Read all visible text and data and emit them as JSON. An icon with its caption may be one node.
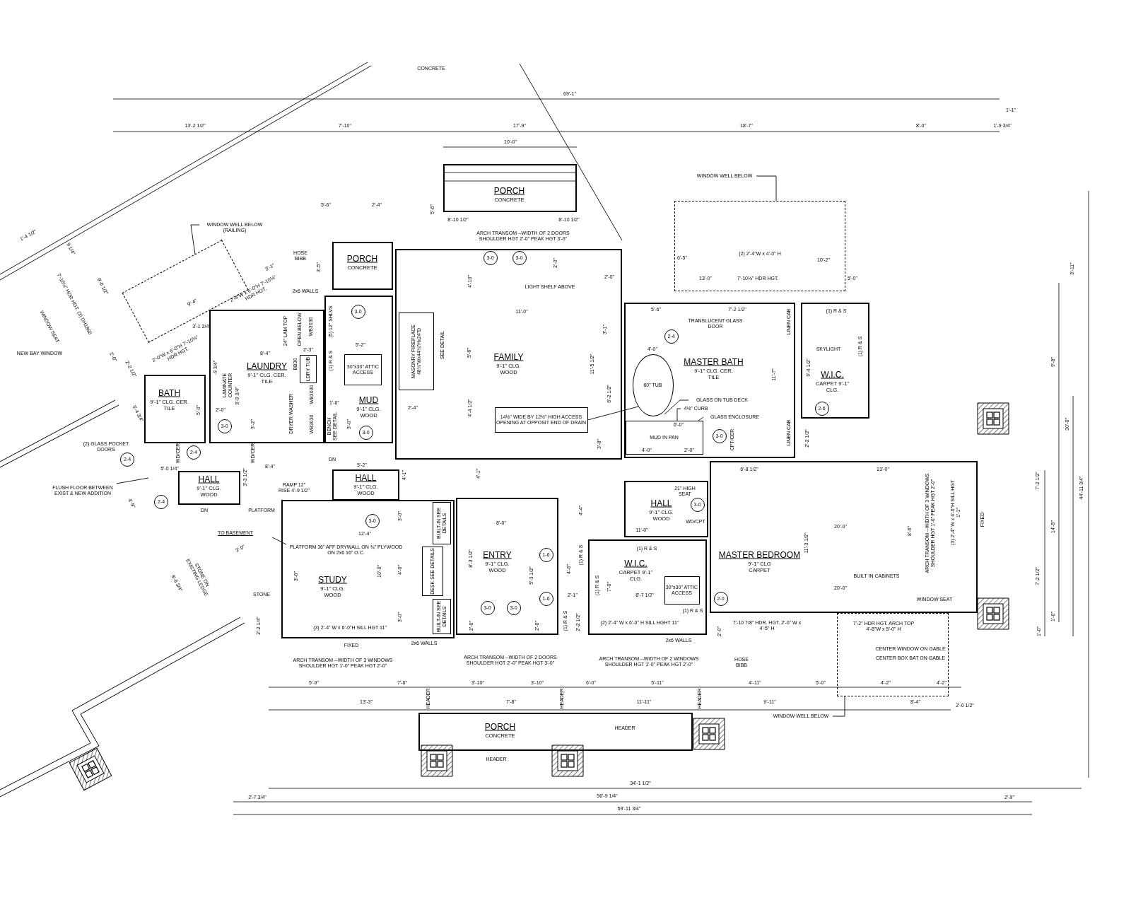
{
  "diagram": {
    "nodes": [
      {
        "text": [
          "PORCH",
          "CONCRETE"
        ]
      },
      {
        "text": [
          "WINDOW WELL BELOW"
        ]
      },
      {
        "text": [],
        "shape": "box"
      },
      {
        "text": [
          "WINDOW WELL BELOW (RAILING)"
        ]
      },
      {
        "text": [],
        "shape": "box"
      },
      {
        "text": [
          "PORCH",
          "CONCRETE"
        ]
      },
      {
        "text": [
          "FAMILY",
          "9'-1\" CLG. WOOD"
        ]
      },
      {
        "text": [
          "3-0"
        ],
        "in": 6
      },
      {
        "text": [
          "3-0"
        ],
        "in": 6
      },
      {
        "text": [
          "MASONRY FIREPLACE 48¾\"Wx44¾\"Hx24\"D"
        ],
        "in": 6
      },
      {
        "text": [
          "14½\" WIDE BY 12½\" HIGH ACCESS OPENING AT OPPOSIT END OF DRAIN"
        ],
        "in": 6
      },
      {
        "text": [
          "MASTER BATH",
          "9'-1\" CLG. CER. TILE"
        ]
      },
      {
        "text": [
          "2-4"
        ],
        "in": 11
      },
      {
        "text": [
          "60\" TUB"
        ],
        "in": 11
      },
      {
        "text": [
          "GLASS ON TUB DECK"
        ],
        "in": 11
      },
      {
        "text": [
          "4½\" CURB"
        ],
        "in": 11
      },
      {
        "text": [
          "GLASS ENCLOSURE"
        ],
        "in": 11
      },
      {
        "text": [
          "MUD IN PAN"
        ],
        "in": 11
      },
      {
        "text": [
          "3-0"
        ],
        "in": 11
      },
      {
        "text": [
          "W.I.C.",
          "CARPET 9'-1\" CLG."
        ]
      },
      {
        "text": [
          "2-6"
        ],
        "in": 19
      },
      {
        "text": [
          "BATH",
          "9'-1\" CLG. CER. TILE"
        ]
      },
      {
        "text": [
          "LAUNDRY",
          "9'-1\" CLG. CER. TILE"
        ]
      },
      {
        "text": [
          "3-0"
        ],
        "in": 22
      },
      {
        "text": [
          "LDRY TUB"
        ],
        "in": 22
      },
      {
        "text": [
          "MUD",
          "9'-1\" CLG. WOOD"
        ]
      },
      {
        "text": [
          "3-0"
        ],
        "in": 25
      },
      {
        "text": [
          "30\"x30\" ATTIC ACCESS"
        ],
        "in": 25
      },
      {
        "text": [
          "3-0"
        ],
        "in": 25
      },
      {
        "text": [
          "2-4"
        ]
      },
      {
        "text": [
          "2-4"
        ]
      },
      {
        "text": [
          "FLUSH FLOOR BETWEEN EXIST & NEW ADDITION"
        ]
      },
      {
        "text": [
          "2-4"
        ]
      },
      {
        "text": [
          "HALL",
          "9'-1\" CLG. WOOD"
        ]
      },
      {
        "text": [
          "HALL",
          "9'-1\" CLG. WOOD"
        ]
      },
      {
        "text": [
          "HALL",
          "9'-1\" CLG. WOOD"
        ]
      },
      {
        "text": [
          "3-0"
        ],
        "in": 35
      },
      {
        "text": [
          "MASTER BEDROOM",
          "9'-1\" CLG CARPET"
        ]
      },
      {
        "text": [
          "2-0"
        ],
        "in": 37
      },
      {
        "text": [
          "STUDY",
          "9'-1\" CLG. WOOD"
        ]
      },
      {
        "text": [
          "3-0"
        ],
        "in": 39
      },
      {
        "text": [
          "PLATFORM 36\" AFF DRYWALL ON ¾\" PLYWOOD ON 2x6 16\" O.C."
        ],
        "in": 39
      },
      {
        "text": [
          "BUILT-IN SEE DETAILS"
        ],
        "in": 39
      },
      {
        "text": [
          "DESK SEE DETAILS"
        ],
        "in": 39
      },
      {
        "text": [
          "BUILT-IN SEE DETAILS"
        ],
        "in": 39
      },
      {
        "text": [
          "ENTRY",
          "9'-1\" CLG. WOOD"
        ]
      },
      {
        "text": [
          "1-6"
        ],
        "in": 45
      },
      {
        "text": [
          "1-6"
        ],
        "in": 45
      },
      {
        "text": [
          "3-0"
        ],
        "in": 45
      },
      {
        "text": [
          "3-0"
        ],
        "in": 45
      },
      {
        "text": [
          "W.I.C.",
          "CARPET 9'-1\" CLG."
        ]
      },
      {
        "text": [
          "30\"x30\" ATTIC ACCESS"
        ],
        "in": 50
      },
      {
        "text": [],
        "shape": "box"
      },
      {
        "text": [
          "WINDOW WELL BELOW"
        ]
      },
      {
        "text": [
          "PORCH",
          "CONCRETE"
        ]
      }
    ],
    "edges": [
      {
        "from": 1,
        "to": 2,
        "arrow": "none"
      },
      {
        "from": 3,
        "to": 4,
        "arrow": "none"
      },
      {
        "from": 53,
        "to": 52,
        "arrow": "none"
      },
      {
        "from": 10,
        "to": 13,
        "arrow": "none"
      },
      {
        "from": 14,
        "to": 13,
        "arrow": "none"
      },
      {
        "from": 15,
        "to": 17,
        "arrow": "none"
      },
      {
        "from": 16,
        "to": 17,
        "arrow": "none"
      },
      {
        "from": 31,
        "to": null,
        "arrow": "none"
      },
      {
        "from": 41,
        "to": null,
        "arrow": "none"
      }
    ],
    "labels": [
      "CONCRETE",
      "69'-1\"",
      "1'-1\"",
      "13'-2 1/2\"",
      "7'-10\"",
      "17'-9\"",
      "18'-7\"",
      "8'-0\"",
      "1'-9 3/4\"",
      "10'-0\"",
      "5'-6\"",
      "2'-4\"",
      "5'-6\"",
      "8'-10 1/2\"",
      "8'-10 1/2\"",
      "1'-4 1/2\"",
      "9 1/4\"",
      "ARCH TRANSOM --WIDTH OF 2 DOORS SHOULDER HGT 2'-0\" PEAK HGT 3'-0\"",
      "9'-0 1/2\"",
      "7'-10⅛\" HDR HGT. (3) DH1860",
      "WINDOW SEAT",
      "NEW BAY WINDOW",
      "2'-0\"",
      "2'-2 1/2\"",
      "3'-1\"",
      "HOSE BIBB",
      "3'-5\"",
      "9'-4\"",
      "2'-4\"W x 6'-0\"H 7'-10⅛\" HDR HGT.",
      "3'-1 3/4\"",
      "2'-0\"W x 6'-0\"H 7'-10⅛\" HDR HGT.",
      "6'-5\"",
      "(2) 2'-4\"W x 4'-0\" H",
      "10'-2\"",
      "13'-0\"",
      "7'-10⅛\" HDR HGT.",
      "5'-0\"",
      "3'-11\"",
      "9'-8\"",
      "2'-0\"",
      "4'-10\"",
      "2'-0\"",
      "LIGHT SHELF ABOVE",
      "11'-0\"",
      "5'-6\"",
      "7'-2 1/2\"",
      "(1) R & S",
      "24\" LAM TOP",
      "OPEN BELOW",
      "WB3030",
      "(5) 12\" SHLVS",
      "3'-1\"",
      "TRANSLUCENT GLASS DOOR",
      "LINEN CAB",
      "2'-3\"",
      "(1) R & S",
      "5'-2\"",
      "8'-4\"",
      "-9 3/4\"",
      "LAMINATE COUNTER",
      "3'-9 3/4\"",
      "BB30",
      "DRYER WASHER",
      "WB3030",
      "WB3030",
      "SEE DETAIL",
      "5'-6\"",
      "11'-5 1/2\"",
      "6'-2 1/2\"",
      "4'-0\"",
      "11'-7\"",
      "SKYLIGHT",
      "9'-4 1/2\"",
      "(1) R & S",
      "3'-4 3/4\"",
      "5'-0\"",
      "2'-0\"",
      "3'-2\"",
      "1'-6\"",
      "BENCH SEE DETAIL",
      "3'-0\"",
      "2'-4\"",
      "4'-4 1/2\"",
      "LINEN CAB",
      "2'-2 1/2\"",
      "6'-0\"",
      "4'-0\"",
      "2'-0\"",
      "3'-8\"",
      "CPT/CER",
      "6'-8 1/2\"",
      "13'-0\"",
      "(2) GLASS POCKET DOORS",
      "5'-0 1/4\"",
      "WD/CER",
      "WD/CER",
      "3'-3 1/2\"",
      "8'-4\"",
      "DN",
      "5'-2\"",
      "4'-1\"",
      "4'-1\"",
      "DN",
      "RAMP 12\" RISE 4'-9 1/2\"",
      "4'-9\"",
      "PLATFORM",
      "TO BASEMENT",
      "3'-0\"",
      "12'-4\"",
      "3'-0\"",
      "10'-0\"",
      "4'-0\"",
      "3'-0\"",
      "3'-6\"",
      "8'-0\"",
      "11'-0\"",
      "21\" HIGH SEAT",
      "WD/CPT",
      "4'-4\"",
      "8'-3 1/2\"",
      "5'-3 1/2\"",
      "4'-6\"",
      "2'-1\"",
      "(1) R & S",
      "(1) R & S",
      "(1) R & S",
      "2'-2 1/2\"",
      "(1) R & S",
      "7'-0\"",
      "8'-7 1/2\"",
      "(2) 2'-4\" W x 6'-0\" H SILL HGHT 11\"",
      "(1) R & S",
      "STONE ON EXISTING LEDGE",
      "8'-8 3/4\"",
      "STONE",
      "(3) 2'-4\" W x 6'-0\"H SILL HGT 11\"",
      "2'-2 1/4\"",
      "FIXED",
      "ARCH TRANSOM --WIDTH OF 3 WINDOWS SHOULDER HGT 1'-0\" PEAK HGT 2'-0\"",
      "ARCH TRANSOM --WIDTH OF 2 DOORS SHOULDER HGT 2'-0\" PEAK HGT 3'-0\"",
      "ARCH TRANSOM --WIDTH OF 2 WINDOWS SHOULDER HGT 1'-0\" PEAK HGT 2'-0\"",
      "2'-0\"",
      "2'-0\"",
      "2'-0\"",
      "7'-10 7/8\" HDR. HGT. 2'-0\" W x 4'-5\" H",
      "HOSE BIBB",
      "11'-3 1/2\"",
      "20'-0\"",
      "8'-6\"",
      "ARCH TRANSOM --WIDTH OF 3 WINDOWS SHOULDER HGT 1'-0\" PEAK HGT 2'-0\"",
      "(3) 2'-4\" W x 4'-6\"H SILL HGT 1'-1\"",
      "FIXED",
      "BUILT IN CABINETS",
      "20'-0\"",
      "WINDOW SEAT",
      "7'-2\" HDR HGT. ARCH TOP 4'-8\"W x 5'-0\" H",
      "CENTER WINDOW ON GABLE",
      "CENTER BOX BAT ON GABLE",
      "7'-2 1/2\"",
      "14'-5\"",
      "7'-2 1/2\"",
      "30'-0\"",
      "44'-11 3/4\"",
      "1'-0\"",
      "1'-0\"",
      "5'-9\"",
      "7'-6\"",
      "3'-10\"",
      "3'-10\"",
      "6'-0\"",
      "5'-11\"",
      "4'-11\"",
      "5'-0\"",
      "4'-2\"",
      "4'-2\"",
      "13'-3\"",
      "7'-8\"",
      "11'-11\"",
      "9'-11\"",
      "8'-4\"",
      "2'-0 1/2\"",
      "HEADER",
      "HEADER",
      "HEADER",
      "HEADER",
      "HEADER",
      "2'-7 3/4\"",
      "34'-1 1/2\"",
      "56'-9 1/4\"",
      "59'-11 3/4\"",
      "2'-9\"",
      "2x6 WALLS",
      "2x6 WALLS",
      "2x6 WALLS"
    ]
  }
}
